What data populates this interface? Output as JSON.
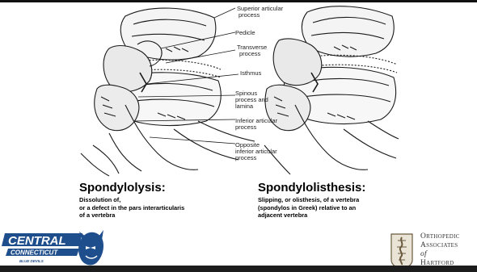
{
  "labels": {
    "superior_articular": [
      "Superior articular",
      "process"
    ],
    "pedicle": "Pedicle",
    "transverse": [
      "Transverse",
      "process"
    ],
    "isthmus": "Isthmus",
    "spinous": [
      "Spinous",
      "process and",
      "lamina"
    ],
    "inferior_articular": [
      "Inferior articular",
      "process"
    ],
    "opposite_inferior": [
      "Opposite",
      "inferior articular",
      "process"
    ]
  },
  "left": {
    "heading": "Spondylolysis:",
    "lines": [
      "Dissolution of,",
      "or a defect in the pars interarticularis",
      "of a vertebra"
    ]
  },
  "right": {
    "heading": "Spondylolisthesis:",
    "lines": [
      "Slipping, or olisthesis, of a vertebra",
      "(spondylos in Greek) relative to an",
      "adjacent vertebra"
    ]
  },
  "logos": {
    "central_top": "CENTRAL",
    "central_bottom": "CONNECTICUT",
    "central_small": "BLUE DEVILS",
    "ortho": [
      "Orthopedic",
      "Associates"
    ],
    "ortho_of": "of",
    "ortho_hartford": "Hartford"
  },
  "colors": {
    "ccsu_blue": "#1f4e8c",
    "ink": "#222222"
  }
}
